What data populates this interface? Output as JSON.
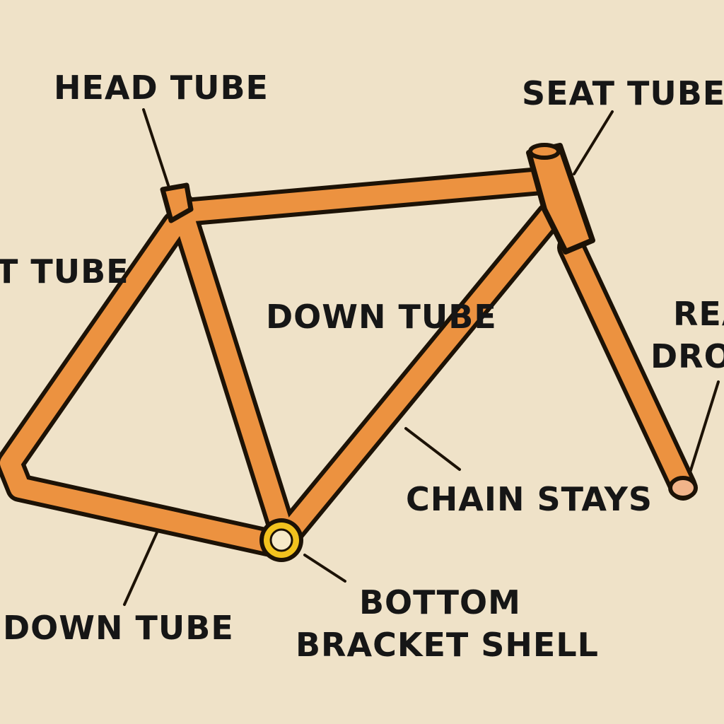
{
  "colors": {
    "background": "#efe2c8",
    "frame_fill": "#ec9240",
    "frame_outline": "#1c1206",
    "leader_line": "#1c1206",
    "label_text": "#161616",
    "shell_accent": "#f2c21e"
  },
  "labels": {
    "head_tube": "HEAD TUBE",
    "seat_tube": "SEAT TUBE",
    "top_tube_partial": "T TUBE",
    "down_tube_center": "DOWN TUBE",
    "rear_dropout_line1": "REA",
    "rear_dropout_line2": "DRO",
    "chain_stays": "CHAIN STAYS",
    "down_tube_bottom": "DOWN TUBE",
    "bottom_bracket_line1": "BOTTOM",
    "bottom_bracket_line2": "BRACKET SHELL"
  }
}
